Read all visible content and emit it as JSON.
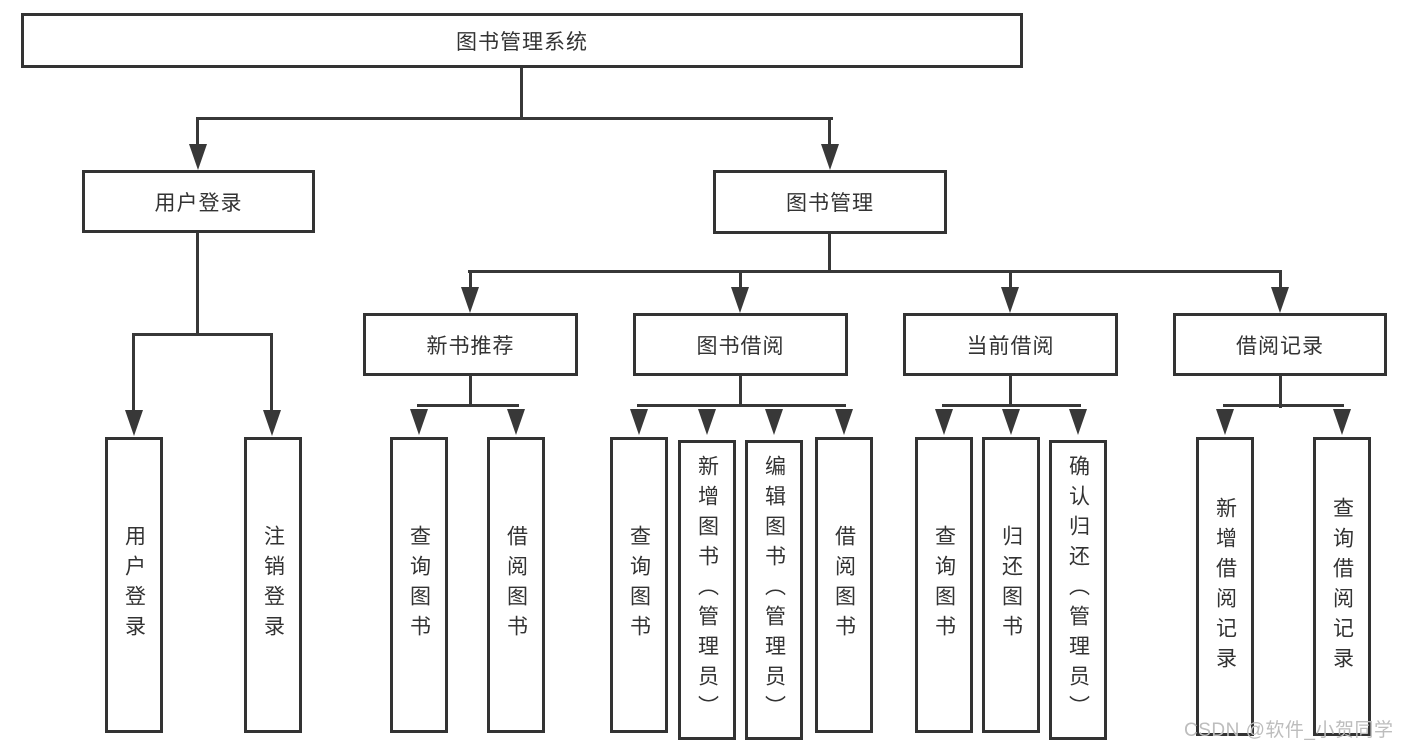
{
  "nodes": {
    "root": "图书管理系统",
    "user_login": "用户登录",
    "book_mgmt": "图书管理",
    "new_books": "新书推荐",
    "book_borrow": "图书借阅",
    "current_borrow": "当前借阅",
    "borrow_records": "借阅记录",
    "ul_login": "用户登录",
    "ul_logout": "注销登录",
    "nb_query": "查询图书",
    "nb_borrow": "借阅图书",
    "bb_query": "查询图书",
    "bb_add": "新增图书（管理员）",
    "bb_edit": "编辑图书（管理员）",
    "bb_borrow": "借阅图书",
    "cb_query": "查询图书",
    "cb_return": "归还图书",
    "cb_confirm": "确认归还（管理员）",
    "br_add": "新增借阅记录",
    "br_query": "查询借阅记录"
  },
  "hierarchy": {
    "图书管理系统": [
      "用户登录",
      "图书管理"
    ],
    "用户登录": [
      "用户登录",
      "注销登录"
    ],
    "图书管理": [
      "新书推荐",
      "图书借阅",
      "当前借阅",
      "借阅记录"
    ],
    "新书推荐": [
      "查询图书",
      "借阅图书"
    ],
    "图书借阅": [
      "查询图书",
      "新增图书（管理员）",
      "编辑图书（管理员）",
      "借阅图书"
    ],
    "当前借阅": [
      "查询图书",
      "归还图书",
      "确认归还（管理员）"
    ],
    "借阅记录": [
      "新增借阅记录",
      "查询借阅记录"
    ]
  },
  "watermark": "CSDN @软件_小贺同学",
  "colors": {
    "line": "#383838",
    "box_border": "#333333",
    "text": "#333333",
    "watermark": "#bdbdbd",
    "background": "#ffffff"
  }
}
